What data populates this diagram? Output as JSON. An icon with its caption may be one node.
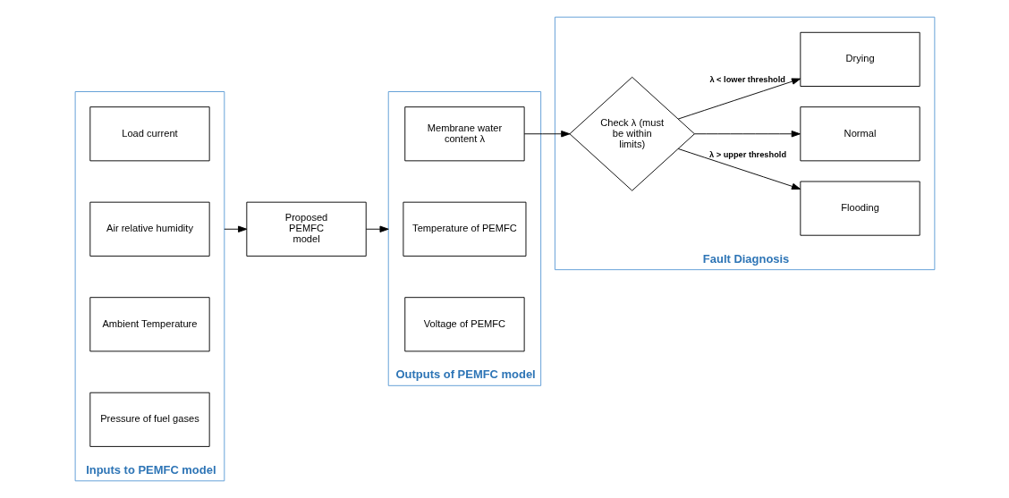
{
  "diagram": {
    "nodes": [
      {
        "text": [
          "Inputs to PEMFC model"
        ]
      },
      {
        "text": [
          "Pressure of fuel gases"
        ],
        "in": 0
      },
      {
        "text": [
          "Ambient Temperature"
        ],
        "in": 0
      },
      {
        "text": [
          "Air relative humidity"
        ],
        "in": 0
      },
      {
        "text": [
          "Load current"
        ],
        "in": 0
      },
      {
        "text": [
          "Proposed PEMFC model"
        ]
      },
      {
        "text": [
          "Outputs of PEMFC model"
        ]
      },
      {
        "text": [
          "Voltage of PEMFC"
        ],
        "in": 6
      },
      {
        "text": [
          "Temperature of PEMFC"
        ],
        "in": 6
      },
      {
        "text": [
          "Membrane water content λ"
        ],
        "in": 6
      },
      {
        "text": [
          "Fault Diagnosis"
        ]
      },
      {
        "text": [
          "Check λ (must be within limits)"
        ],
        "in": 10
      },
      {
        "text": [
          "Flooding"
        ],
        "in": 10
      },
      {
        "text": [
          "Normal"
        ],
        "in": 10
      },
      {
        "text": [
          "Drying"
        ],
        "in": 10
      }
    ],
    "edges": [
      {
        "from": 0,
        "to": 5,
        "arrow": "to"
      },
      {
        "from": 5,
        "to": 6,
        "arrow": "to"
      },
      {
        "from": 9,
        "to": 11,
        "arrow": "to"
      },
      {
        "from": 11,
        "to": 12,
        "arrow": "to",
        "label": "λ > upper threshold"
      },
      {
        "from": 11,
        "to": 13,
        "arrow": "to"
      },
      {
        "from": 11,
        "to": 14,
        "arrow": "to",
        "label": "λ < lower threshold"
      }
    ]
  }
}
